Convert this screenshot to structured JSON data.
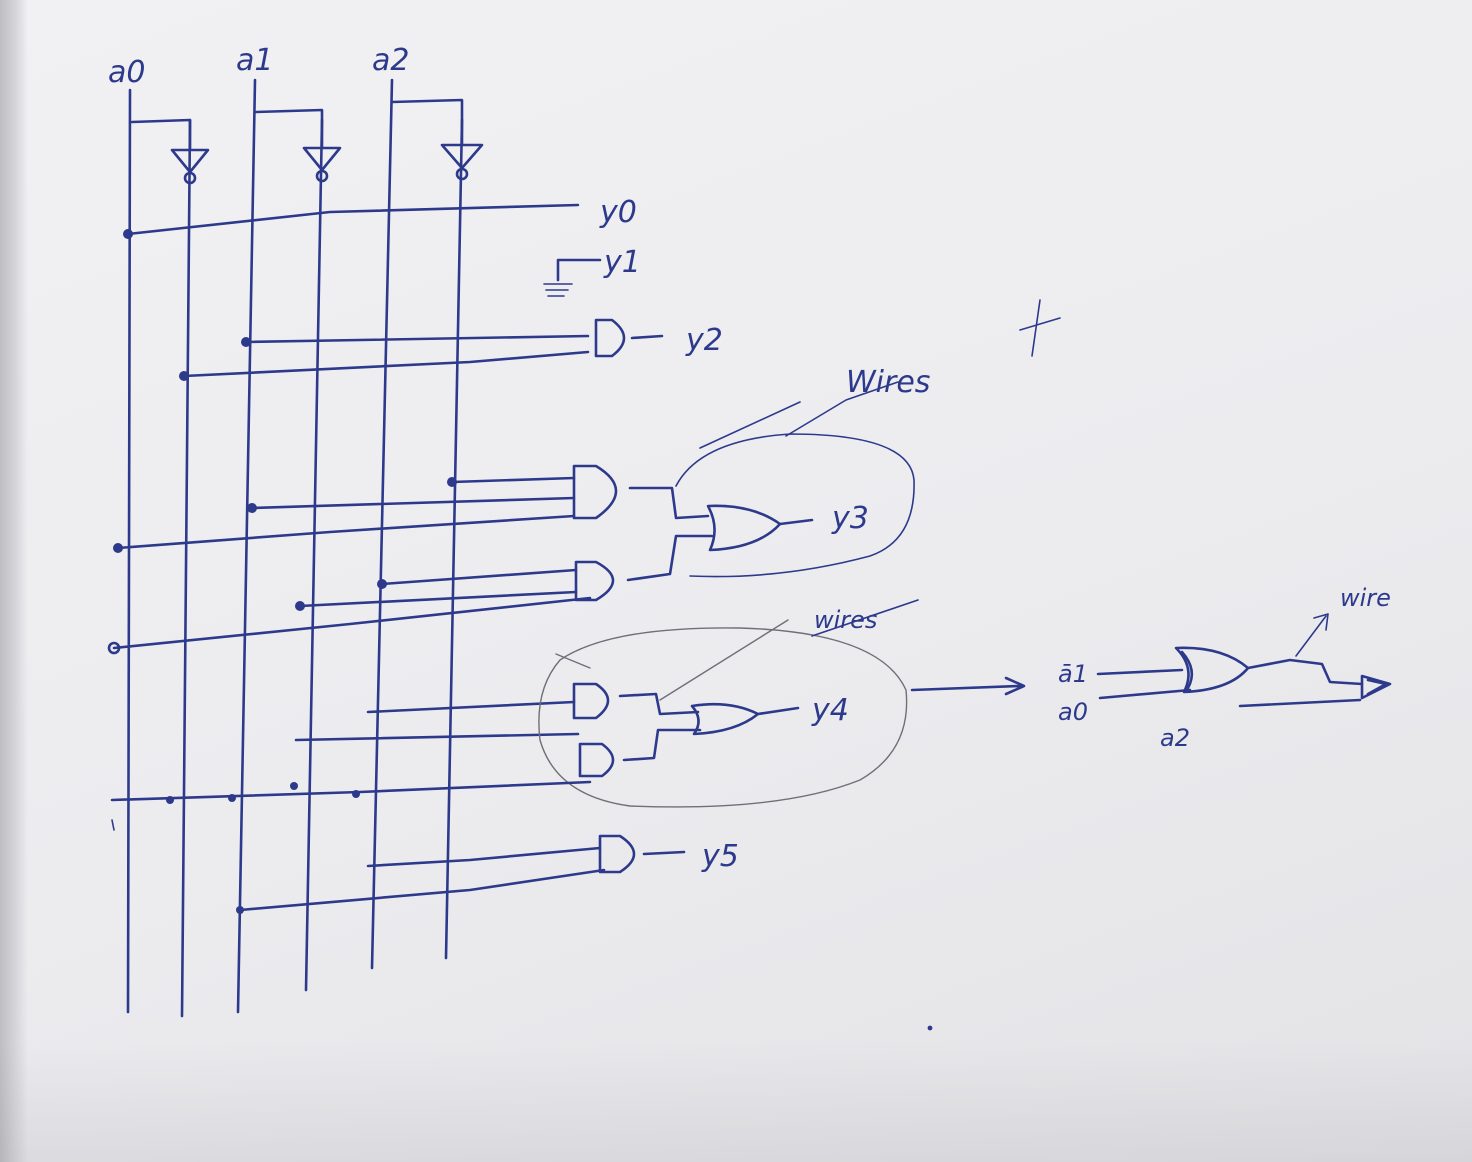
{
  "inputs": [
    "a0",
    "a1",
    "a2"
  ],
  "outputs": {
    "y0": "y0",
    "y1": "y1",
    "y2": "y2",
    "y3": "y3",
    "y4": "y4",
    "y5": "y5"
  },
  "annotations": {
    "wires_top": "Wires",
    "wires_mid": "wires",
    "wire_right": "wire"
  },
  "side_circuit": {
    "input_a1_bar": "ā1",
    "input_a0": "a0",
    "input_a2": "a2"
  },
  "ink_color": "#2d3a8c"
}
